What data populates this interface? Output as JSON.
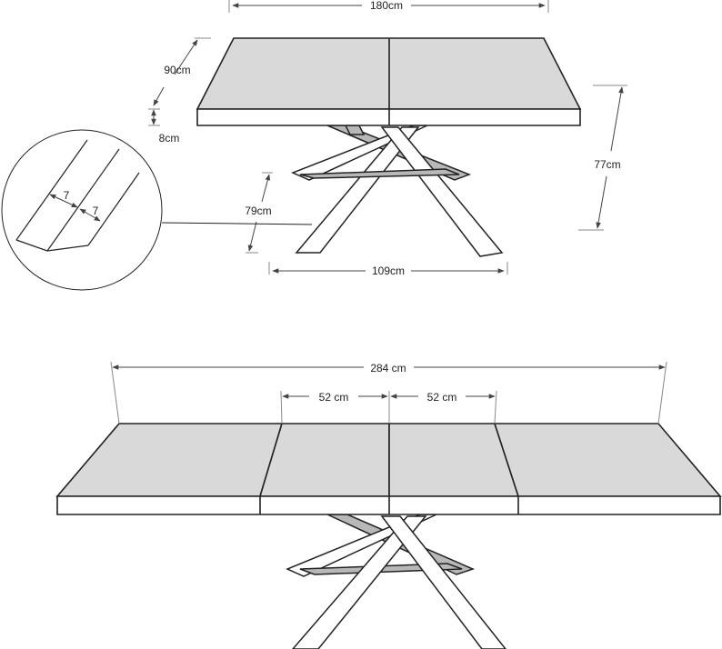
{
  "top_view": {
    "width": "180cm",
    "depth": "90cm",
    "thickness": "8cm",
    "height": "77cm",
    "leg_depth": "79cm",
    "leg_width": "109cm"
  },
  "detail": {
    "profile_a": "7",
    "profile_b": "7"
  },
  "extended_view": {
    "total_length": "284 cm",
    "extension_left": "52 cm",
    "extension_right": "52 cm"
  },
  "colors": {
    "top_surface": "#d9d9d9",
    "line": "#222222"
  }
}
